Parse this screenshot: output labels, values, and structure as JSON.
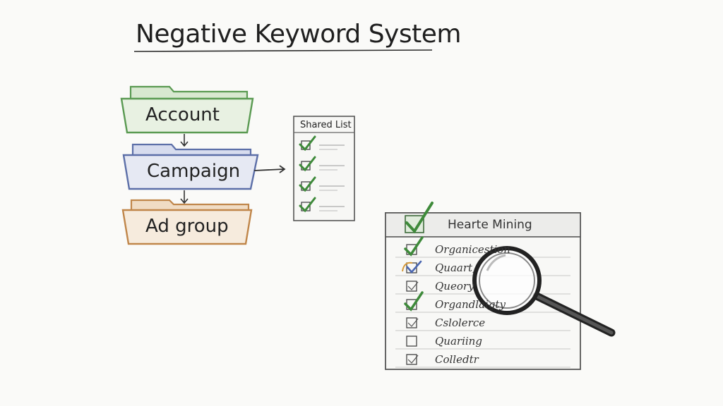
{
  "title": "Negative Keyword System",
  "hierarchy": [
    {
      "label": "Account",
      "color": "#5a9a52",
      "fill": "#e8f1e2"
    },
    {
      "label": "Campaign",
      "color": "#5c6fa8",
      "fill": "#e6e9f3"
    },
    {
      "label": "Ad group",
      "color": "#c0864a",
      "fill": "#f6ebdd"
    }
  ],
  "shared_list": {
    "title": "Shared List",
    "check_color": "#3e8a3a",
    "item_count": 4
  },
  "miner": {
    "title": "Hearte Mining",
    "check_color": "#3e8a3a",
    "rows": [
      {
        "text": "Organicestion",
        "state": "checked"
      },
      {
        "text": "Quaart,",
        "state": "checked-blue"
      },
      {
        "text": "Queory",
        "state": "light"
      },
      {
        "text": "Organdlaigty",
        "state": "checked"
      },
      {
        "text": "Cslolerce",
        "state": "light"
      },
      {
        "text": "Quariing",
        "state": "empty"
      },
      {
        "text": "Colledtr",
        "state": "light"
      }
    ]
  },
  "icons": [
    "folder-icon",
    "arrow-down-icon",
    "arrow-right-icon",
    "checkbox-icon",
    "magnifier-icon"
  ]
}
